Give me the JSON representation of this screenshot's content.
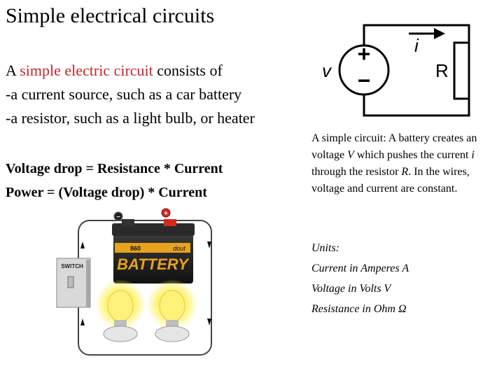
{
  "title": "Simple electrical circuits",
  "intro": {
    "prefix": "A ",
    "highlight": "simple electric circuit",
    "suffix": " consists of",
    "lines": [
      "-a current source, such as a car battery",
      "-a resistor, such as a light bulb, or heater"
    ]
  },
  "equations": [
    "Voltage drop = Resistance * Current",
    "Power = (Voltage drop) * Current"
  ],
  "schematic": {
    "voltage_label": "v",
    "current_label": "i",
    "resistor_label": "R",
    "plus_sign": "+",
    "minus_sign": "−"
  },
  "caption": {
    "p1": "A simple circuit: A battery creates an voltage ",
    "v": "V",
    "p2": " which pushes the current ",
    "i": "i",
    "p3": " through the resistor ",
    "r": "R",
    "p4": ". In the wires, voltage and current are constant."
  },
  "units": {
    "heading": "Units:",
    "items": [
      "Current  in Amperes A",
      "Voltage in Volts V",
      "Resistance in Ohm Ω"
    ]
  },
  "illustration": {
    "switch_label": "SWITCH",
    "battery_label": "BATTERY",
    "battery_small_label": "860",
    "battery_brand": "dout",
    "plus_sign": "+",
    "minus_sign": "−"
  },
  "colors": {
    "highlight": "#c0282d",
    "battery_body": "#1b1b1b",
    "battery_label": "#e8a21b",
    "terminal_red": "#d42a1e",
    "bulb_glow": "#fff36a"
  }
}
